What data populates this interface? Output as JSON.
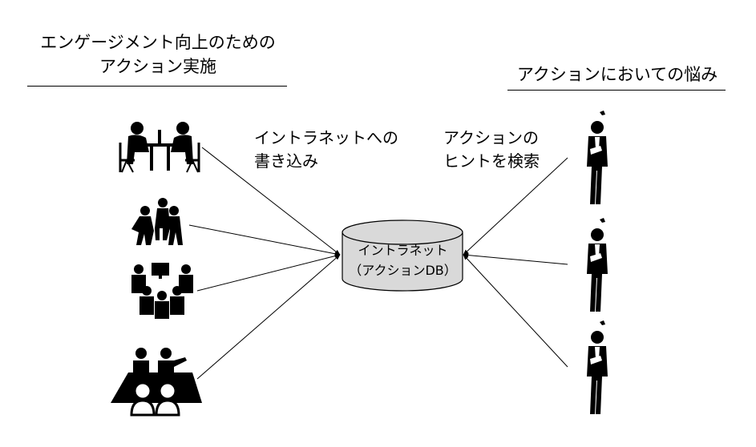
{
  "left_heading": {
    "line1": "エンゲージメント向上のための",
    "line2": "アクション実施"
  },
  "right_heading": "アクションにおいての悩み",
  "write_label": {
    "line1": "イントラネットへの",
    "line2": "書き込み"
  },
  "search_label": {
    "line1": "アクションの",
    "line2": "ヒントを検索"
  },
  "database": {
    "line1": "イントラネット",
    "line2": "（アクションDB）",
    "color": "#d9d9d9"
  },
  "left_icons": [
    "meeting-icon",
    "team-huddle-icon",
    "presentation-icon",
    "conference-icon"
  ],
  "right_icons": [
    "worried-person-icon",
    "worried-person-icon",
    "worried-person-icon"
  ]
}
